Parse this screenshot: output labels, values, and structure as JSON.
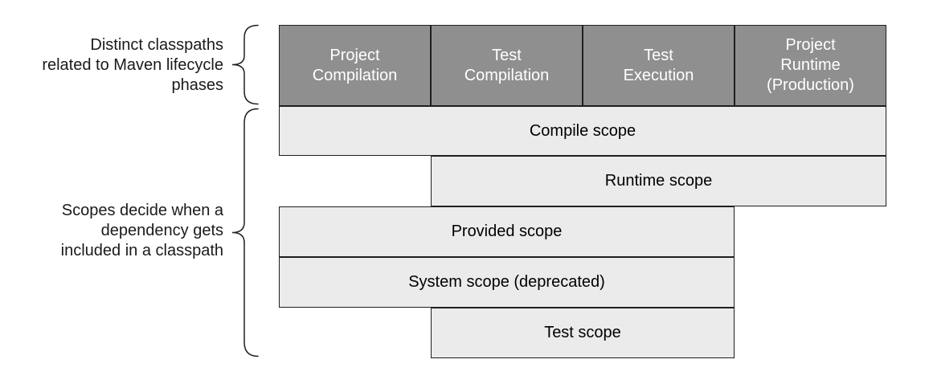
{
  "annotations": {
    "classpaths": "Distinct classpaths\nrelated to Maven lifecycle\nphases",
    "scopes": "Scopes decide when a\ndependency gets\nincluded in a classpath"
  },
  "header": {
    "columns": [
      {
        "label": "Project\nCompilation"
      },
      {
        "label": "Test\nCompilation"
      },
      {
        "label": "Test\nExecution"
      },
      {
        "label": "Project\nRuntime\n(Production)"
      }
    ]
  },
  "scopes": [
    {
      "label": "Compile scope",
      "from_column": 0,
      "to_column": 3
    },
    {
      "label": "Runtime scope",
      "from_column": 1,
      "to_column": 3
    },
    {
      "label": "Provided scope",
      "from_column": 0,
      "to_column": 2
    },
    {
      "label": "System scope (deprecated)",
      "from_column": 0,
      "to_column": 2
    },
    {
      "label": "Test scope",
      "from_column": 1,
      "to_column": 2
    }
  ],
  "colors": {
    "header_fill": "#8f8f8f",
    "header_text": "#ffffff",
    "bar_fill": "#ebebeb",
    "border": "#1f1f1f",
    "annotation_text": "#1a1a1a",
    "background": "#ffffff"
  }
}
